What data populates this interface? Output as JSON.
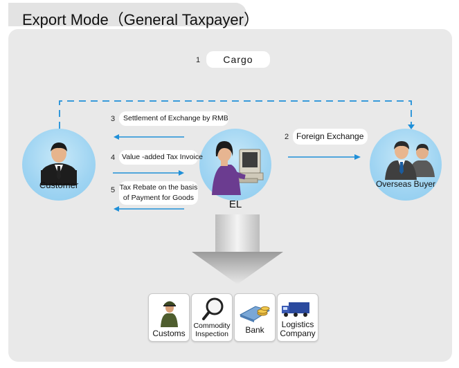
{
  "title": "Export Mode（General Taxpayer）",
  "cargo": {
    "num": "1",
    "label": "Cargo"
  },
  "flows": [
    {
      "num": "3",
      "label": "Settlement of Exchange by RMB"
    },
    {
      "num": "4",
      "label": "Value -added Tax Invoice"
    },
    {
      "num": "5",
      "line1": "Tax Rebate on the basis",
      "line2": "of Payment for Goods"
    },
    {
      "num": "2",
      "label": "Foreign Exchange"
    }
  ],
  "nodes": {
    "customer": "Customer",
    "el": "EL",
    "buyer": "Overseas Buyer"
  },
  "services": [
    {
      "label": "Customs",
      "icon": "customs-officer-icon"
    },
    {
      "line1": "Commodity",
      "line2": "Inspection",
      "icon": "magnifier-icon"
    },
    {
      "label": "Bank",
      "icon": "bank-icon"
    },
    {
      "line1": "Logistics",
      "line2": "Company",
      "icon": "truck-icon"
    }
  ],
  "colors": {
    "arrow": "#1f8fd8",
    "circle": "#a8d8f4",
    "panel": "#e9e9e9"
  }
}
